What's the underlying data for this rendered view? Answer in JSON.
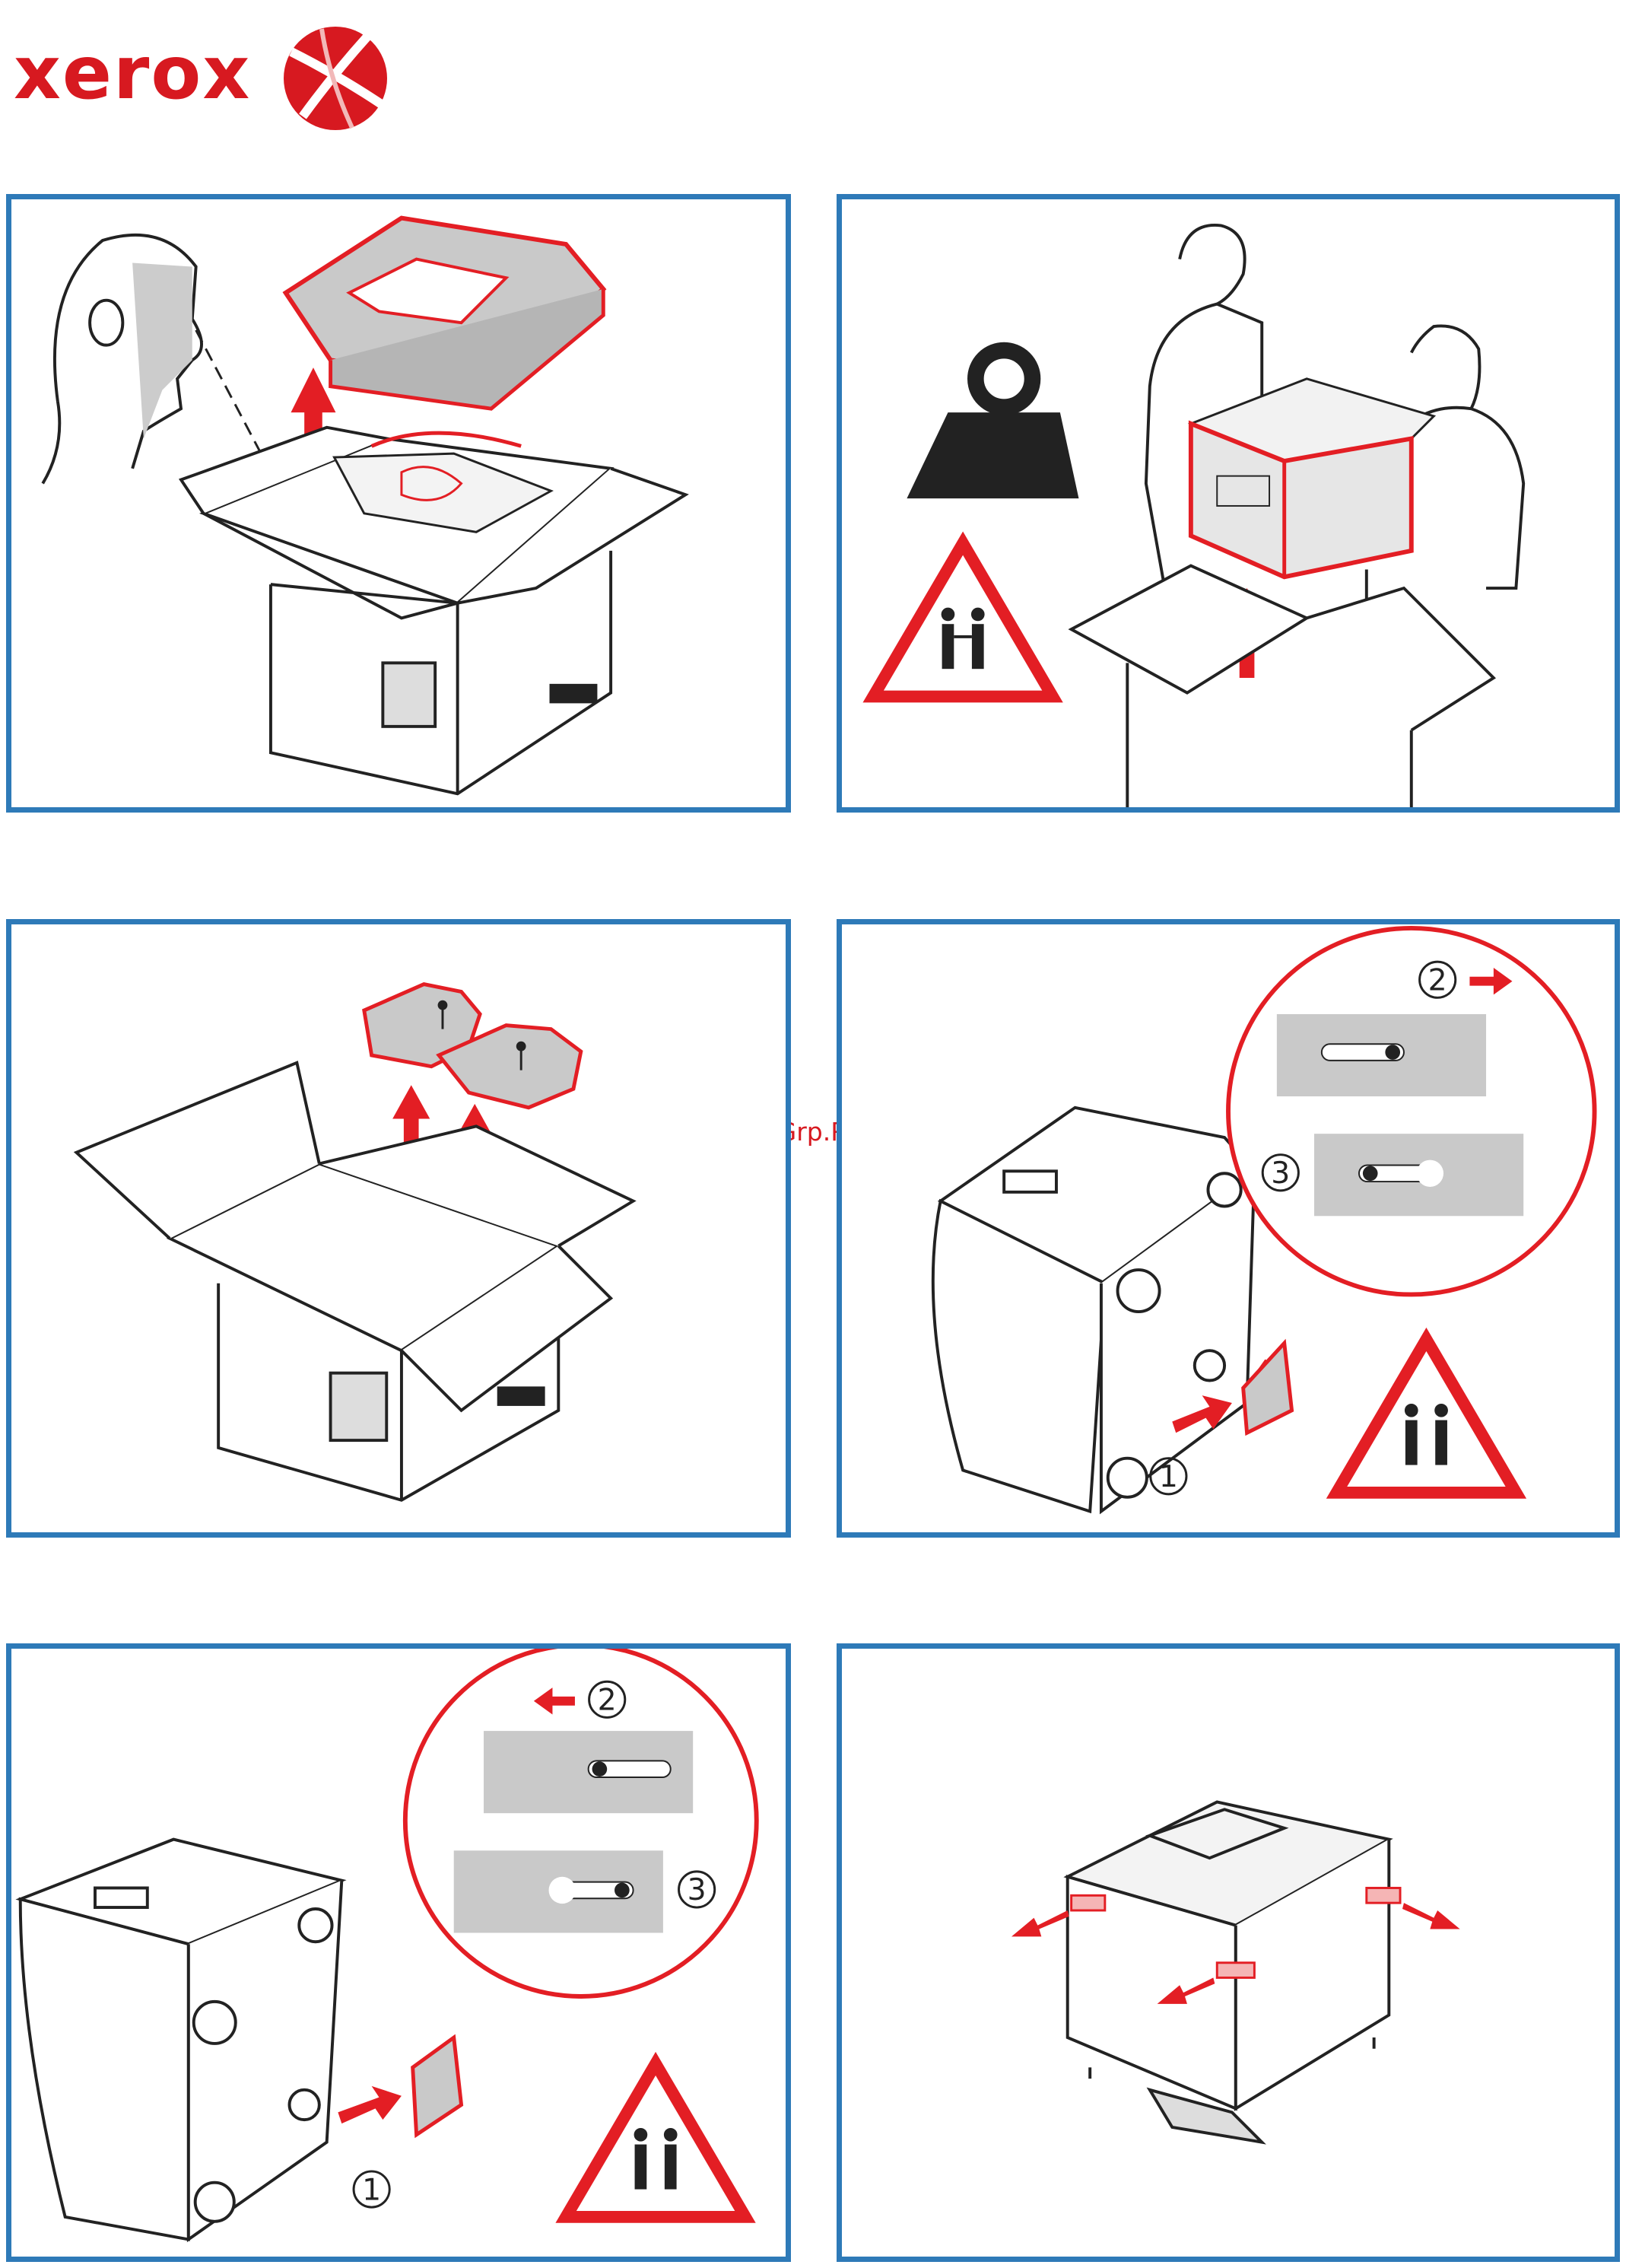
{
  "brand": {
    "name": "xerox",
    "color": "#d71920"
  },
  "watermark": "McGrp.Ru",
  "colors": {
    "frame": "#2e7ab8",
    "accent": "#e31e24",
    "dark": "#222222",
    "gray": "#bdbdbd"
  },
  "panels": [
    {
      "id": "p1",
      "icons": [
        "person-view-icon",
        "packing-foam-icon",
        "lift-arrow-icon",
        "open-box-icon"
      ]
    },
    {
      "id": "p2",
      "icons": [
        "weight-icon",
        "two-person-lift-warning-icon",
        "lift-arrow-icon"
      ]
    },
    {
      "id": "p3",
      "icons": [
        "packing-insert-icon",
        "lift-arrow-icon",
        "open-box-icon"
      ]
    },
    {
      "id": "p4",
      "steps": [
        "1",
        "2",
        "3"
      ],
      "icons": [
        "two-person-lift-warning-icon",
        "caster-lock-icon"
      ]
    },
    {
      "id": "p5",
      "steps": [
        "1",
        "2",
        "3"
      ],
      "icons": [
        "two-person-lift-warning-icon",
        "caster-lock-icon"
      ]
    },
    {
      "id": "p6",
      "icons": [
        "tape-removal-arrow-icon",
        "tray-module-icon"
      ]
    }
  ]
}
